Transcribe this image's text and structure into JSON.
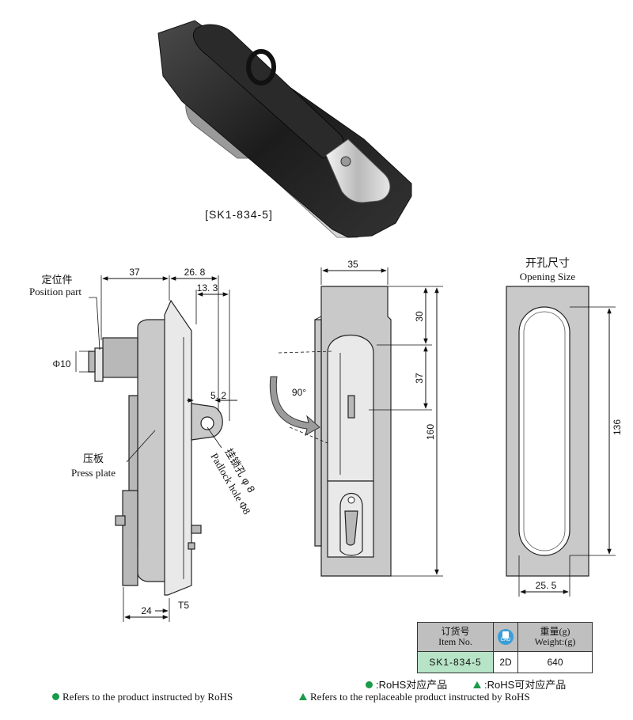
{
  "photo": {
    "caption": "[SK1-834-5]"
  },
  "side_view": {
    "locating_part_cn": "定位件",
    "locating_part_en": "Position part",
    "press_plate_cn": "压板",
    "press_plate_en": "Press plate",
    "padlock_cn": "挂锁孔 φ 8",
    "padlock_en": "Padlock hole Φ8",
    "dims": {
      "d37": "37",
      "d26_8": "26. 8",
      "d13_3": "13. 3",
      "d5_2": "5. 2",
      "phi10": "Φ10",
      "d24": "24",
      "t5": "T5"
    }
  },
  "front_view": {
    "dims": {
      "d35": "35",
      "d30": "30",
      "d37": "37",
      "d160": "160",
      "angle": "90°"
    }
  },
  "opening": {
    "title_cn": "开孔尺寸",
    "title_en": "Opening Size",
    "dims": {
      "d136": "136",
      "d25_5": "25. 5"
    }
  },
  "spec_table": {
    "item_cn": "订货号",
    "item_en": "Item No.",
    "cad_label": "CAD",
    "weight_cn": "重量(g)",
    "weight_en": "Weight:(g)",
    "item_no": "SK1-834-5",
    "cad_value": "2D",
    "weight_value": "640"
  },
  "legend": {
    "rohs_cn": ":RoHS对应产品",
    "replace_cn": ":RoHS可对应产品",
    "rohs_en": "Refers to the product instructed by RoHS",
    "replace_en": "Refers to the replaceable product instructed by RoHS"
  },
  "colors": {
    "green_mark": "#1a9a4a",
    "cad_blue": "#3a9fd8",
    "item_bg": "#b7e4c7",
    "header_bg": "#bfbfbf"
  }
}
